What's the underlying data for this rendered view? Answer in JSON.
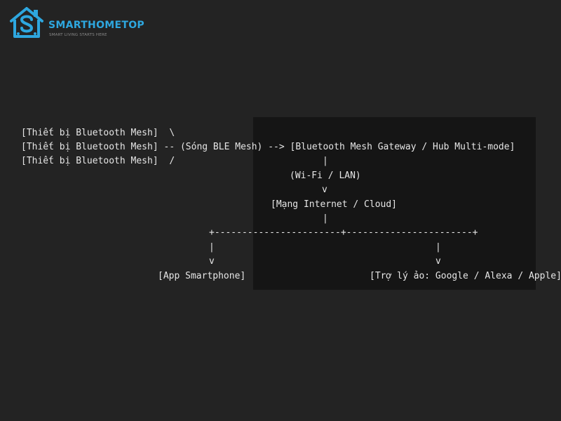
{
  "logo": {
    "title": "SMARTHOMETOP",
    "tagline": "SMART LIVING STARTS HERE",
    "icon": "house-s-logo-icon",
    "color": "#2ea7df"
  },
  "diagram": {
    "lines": [
      "[Thiết bị Bluetooth Mesh]  \\",
      "[Thiết bị Bluetooth Mesh] -- (Sóng BLE Mesh) --> [Bluetooth Mesh Gateway / Hub Multi-mode]",
      "[Thiết bị Bluetooth Mesh]  /",
      "|",
      "(Wi-Fi / LAN)",
      "v",
      "[Mạng Internet / Cloud]",
      "|",
      "+-----------------------+-----------------------+",
      "|",
      "|",
      "v",
      "v",
      "[App Smartphone]",
      "[Trợ lý ảo: Google / Alexa / Apple]"
    ]
  },
  "colors": {
    "background": "#232323",
    "panel": "#151515",
    "text": "#e6e6e6"
  }
}
